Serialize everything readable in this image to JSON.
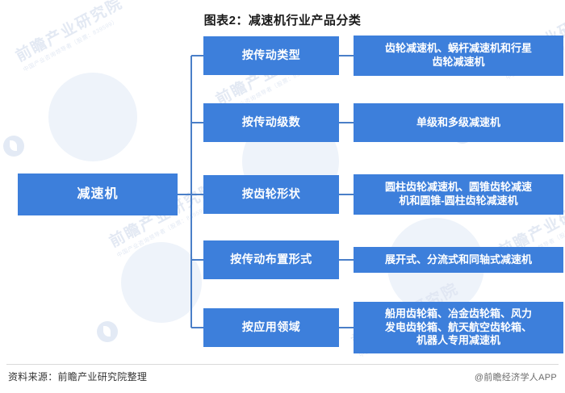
{
  "title": "图表2：减速机行业产品分类",
  "colors": {
    "box_blue": "#3d7fdb",
    "line_blue": "#4a7fc8",
    "text_white": "#ffffff",
    "title_black": "#1a1a1a",
    "watermark_gray": "#dfe6f2"
  },
  "root": {
    "label": "减速机"
  },
  "branches": [
    {
      "category": "按传动类型",
      "detail": "齿轮减速机、蜗杆减速机和行星齿轮减速机",
      "detail_lines": [
        "齿轮减速机、蜗杆减速机和行星",
        "齿轮减速机"
      ]
    },
    {
      "category": "按传动级数",
      "detail": "单级和多级减速机",
      "detail_lines": [
        "单级和多级减速机"
      ]
    },
    {
      "category": "按齿轮形状",
      "detail": "圆柱齿轮减速机、圆锥齿轮减速机和圆锥-圆柱齿轮减速机",
      "detail_lines": [
        "圆柱齿轮减速机、圆锥齿轮减速",
        "机和圆锥-圆柱齿轮减速机"
      ]
    },
    {
      "category": "按传动布置形式",
      "detail": "展开式、分流式和同轴式减速机",
      "detail_lines": [
        "展开式、分流式和同轴式减速机"
      ]
    },
    {
      "category": "按应用领域",
      "detail": "船用齿轮箱、冶金齿轮箱、风力发电齿轮箱、航天航空齿轮箱、机器人专用减速机",
      "detail_lines": [
        "船用齿轮箱、冶金齿轮箱、风力",
        "发电齿轮箱、航天航空齿轮箱、",
        "机器人专用减速机"
      ]
    }
  ],
  "footer": {
    "source": "资料来源：前瞻产业研究院整理",
    "credit": "@前瞻经济学人APP"
  },
  "watermarks": {
    "big": "前瞻产业研究院",
    "small": "中国产业咨询领导者（股票：839599）"
  }
}
